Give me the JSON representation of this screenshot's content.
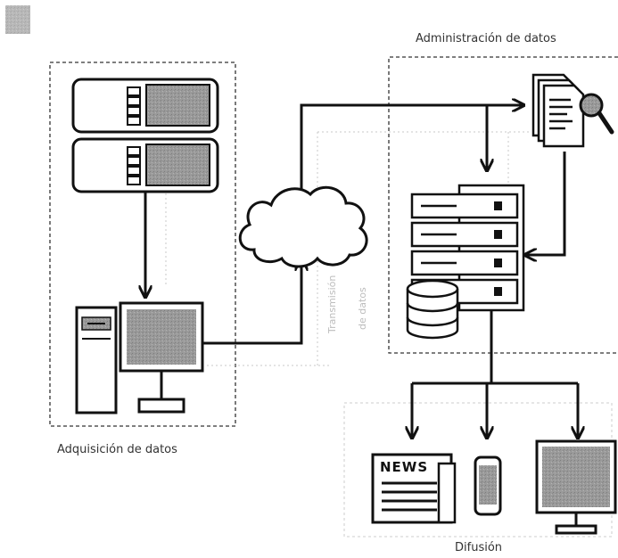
{
  "diagram": {
    "labels": {
      "data_management": "Administración de datos",
      "data_acquisition": "Adquisición de datos",
      "diffusion": "Difusión",
      "transmission_1": "Transmisión",
      "transmission_2": "de datos",
      "news": "NEWS"
    },
    "nodes": [
      "sensor-unit-top",
      "sensor-unit-bottom",
      "workstation",
      "cloud",
      "documents-search",
      "database-server",
      "newspaper",
      "mobile-phone",
      "monitor"
    ],
    "colors": {
      "stroke": "#111111",
      "screen": "#8a8a8a",
      "dashed": "#333333",
      "faint": "#c8c8c8"
    }
  }
}
